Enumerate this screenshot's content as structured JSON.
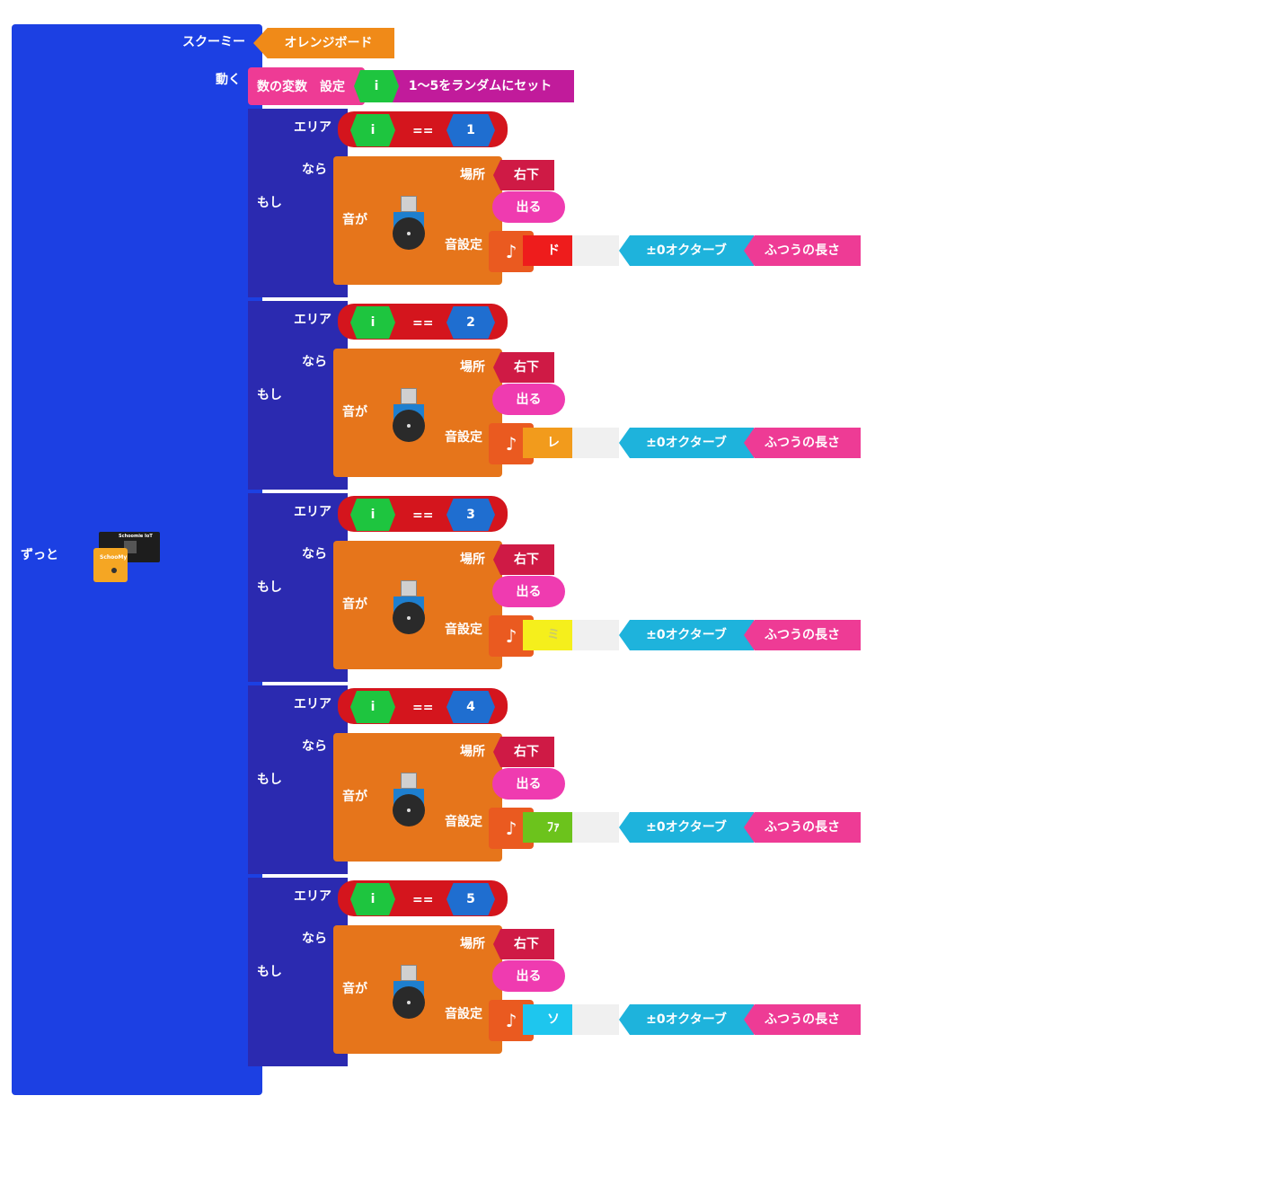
{
  "forever": {
    "label": "ずっと"
  },
  "scoomie": {
    "label": "スクーミー",
    "board": "オレンジボード"
  },
  "move": {
    "label": "動く",
    "var_block": "数の変数　設定",
    "var_name": "i",
    "value": "1〜5をランダムにセット"
  },
  "board_image": {
    "top_text": "Schoomie IoT",
    "front_text": "SchooMy"
  },
  "if_blocks": [
    {
      "if_label": "もし",
      "area_label": "エリア",
      "then_label": "なら",
      "var": "i",
      "op": "==",
      "num": "1",
      "sound_label": "音が",
      "place_label": "場所",
      "place_value": "右下",
      "out_value": "出る",
      "sound_set_label": "音設定",
      "note_icon": "♪",
      "note": "ド",
      "note_color": "#ee1c1c",
      "octave": "±0オクターブ",
      "length": "ふつうの長さ"
    },
    {
      "if_label": "もし",
      "area_label": "エリア",
      "then_label": "なら",
      "var": "i",
      "op": "==",
      "num": "2",
      "sound_label": "音が",
      "place_label": "場所",
      "place_value": "右下",
      "out_value": "出る",
      "sound_set_label": "音設定",
      "note_icon": "♪",
      "note": "レ",
      "note_color": "#f29b1c",
      "octave": "±0オクターブ",
      "length": "ふつうの長さ"
    },
    {
      "if_label": "もし",
      "area_label": "エリア",
      "then_label": "なら",
      "var": "i",
      "op": "==",
      "num": "3",
      "sound_label": "音が",
      "place_label": "場所",
      "place_value": "右下",
      "out_value": "出る",
      "sound_set_label": "音設定",
      "note_icon": "♪",
      "note": "ミ",
      "note_color": "#f5ef1c",
      "octave": "±0オクターブ",
      "length": "ふつうの長さ"
    },
    {
      "if_label": "もし",
      "area_label": "エリア",
      "then_label": "なら",
      "var": "i",
      "op": "==",
      "num": "4",
      "sound_label": "音が",
      "place_label": "場所",
      "place_value": "右下",
      "out_value": "出る",
      "sound_set_label": "音設定",
      "note_icon": "♪",
      "note": "ﾌｧ",
      "note_color": "#6cc31c",
      "octave": "±0オクターブ",
      "length": "ふつうの長さ"
    },
    {
      "if_label": "もし",
      "area_label": "エリア",
      "then_label": "なら",
      "var": "i",
      "op": "==",
      "num": "5",
      "sound_label": "音が",
      "place_label": "場所",
      "place_value": "右下",
      "out_value": "出る",
      "sound_set_label": "音設定",
      "note_icon": "♪",
      "note": "ソ",
      "note_color": "#1ec6ee",
      "octave": "±0オクターブ",
      "length": "ふつうの長さ"
    }
  ]
}
